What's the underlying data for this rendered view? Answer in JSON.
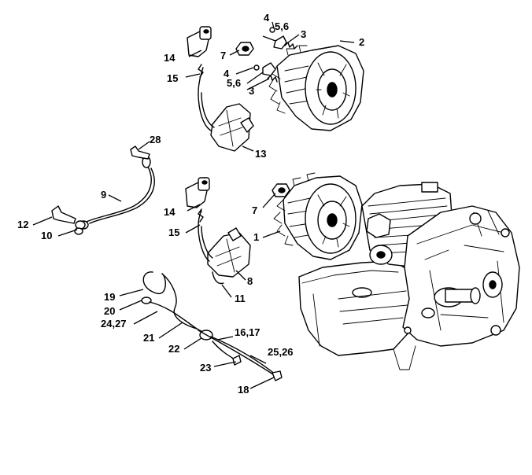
{
  "callouts": {
    "p1": "1",
    "p2": "2",
    "p3a": "3",
    "p3b": "3",
    "p4a": "4",
    "p4b": "4",
    "p56a": "5,6",
    "p56b": "5,6",
    "p7a": "7",
    "p7b": "7",
    "p8": "8",
    "p9": "9",
    "p10": "10",
    "p11": "11",
    "p12": "12",
    "p13": "13",
    "p14a": "14",
    "p14b": "14",
    "p15a": "15",
    "p15b": "15",
    "p1617": "16,17",
    "p18": "18",
    "p19": "19",
    "p20": "20",
    "p21": "21",
    "p22": "22",
    "p23": "23",
    "p2427": "24,27",
    "p2526": "25,26",
    "p28": "28"
  }
}
